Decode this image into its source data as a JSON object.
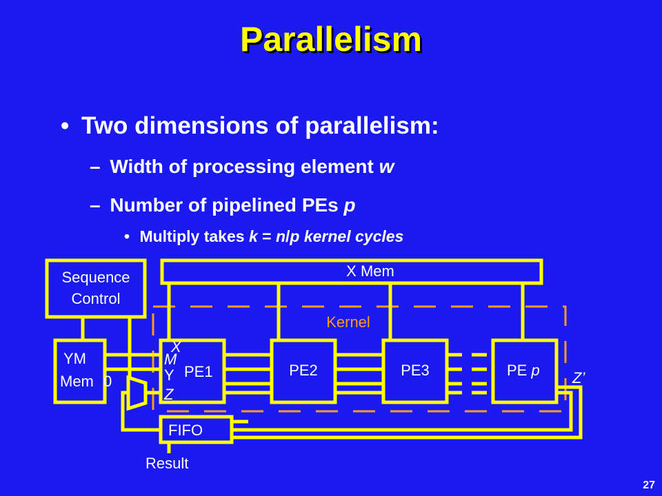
{
  "slide": {
    "title": "Parallelism",
    "page_number": "27"
  },
  "bullets": {
    "l1": "Two dimensions of parallelism:",
    "l2a_text": "Width of processing element ",
    "l2a_var": "w",
    "l2b_text": "Number of pipelined PEs ",
    "l2b_var": "p",
    "l3_pre": "Multiply takes ",
    "l3_k": "k",
    "l3_eq": " = ",
    "l3_n": "n",
    "l3_slash": "/",
    "l3_p": "p kernel cycles"
  },
  "diagram": {
    "sequence_control": [
      "Sequence",
      "Control"
    ],
    "x_mem": "X Mem",
    "kernel": "Kernel",
    "ym_mem": [
      "YM",
      "Mem"
    ],
    "zero": "0",
    "pe1": "PE1",
    "pe2": "PE2",
    "pe3": "PE3",
    "pe_p_text": "PE ",
    "pe_p_var": "p",
    "sig_x": "X",
    "sig_m": "M",
    "sig_y": "Y",
    "sig_z": "Z",
    "z_prime": "Z’",
    "fifo": "FIFO",
    "result": "Result"
  },
  "colors": {
    "background": "#1a1aee",
    "title": "#ffff00",
    "wire": "#ffff00",
    "kernel_dash": "#ff9a1a",
    "text": "#ffffff"
  }
}
